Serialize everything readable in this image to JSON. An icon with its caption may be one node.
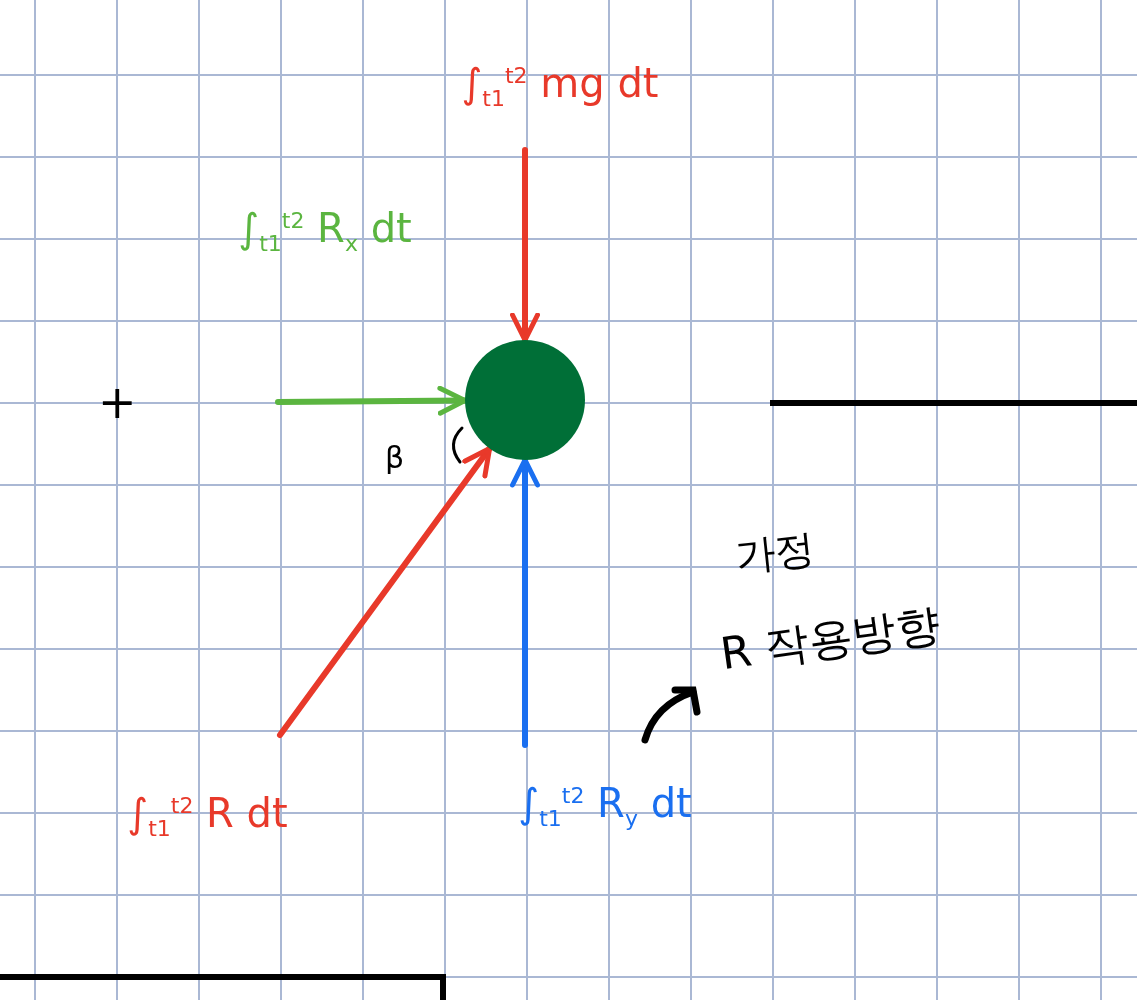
{
  "diagram": {
    "nodes": [
      {
        "text": [],
        "shape": "circle"
      },
      {
        "text": [
          "∫$_{t1}$$^{t2}$ mg dt"
        ]
      },
      {
        "text": [
          "∫$_{t1}$$^{t2}$ R$_{x}$ dt"
        ]
      },
      {
        "text": [
          "∫$_{t1}$$^{t2}$ R dt"
        ]
      },
      {
        "text": [
          "∫$_{t1}$$^{t2}$ R$_{y}$ dt"
        ]
      }
    ],
    "edges": [
      {
        "from": 1,
        "to": 0,
        "arrow": "to",
        "color": "#e8392a"
      },
      {
        "from": null,
        "to": 0,
        "arrow": "to",
        "color": "#5bb540"
      },
      {
        "from": 3,
        "to": 0,
        "arrow": "to",
        "color": "#e8392a"
      },
      {
        "from": 4,
        "to": 0,
        "arrow": "to",
        "color": "#1a6ff0"
      }
    ],
    "labels": [
      "+",
      "β",
      "가정",
      "R 작용방향"
    ]
  }
}
